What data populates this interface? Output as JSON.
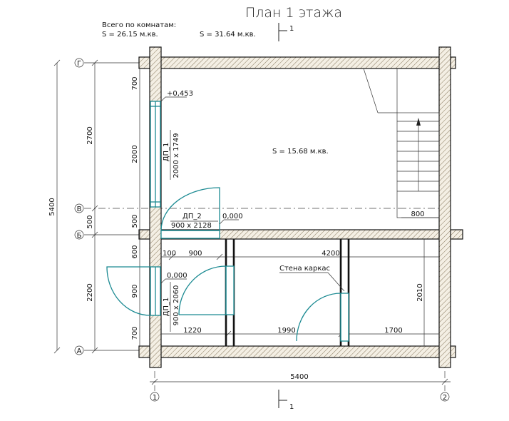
{
  "title": "План 1 этажа",
  "totals": {
    "heading": "Всего по комнатам:",
    "s1": "S    =   26.15 м.кв.",
    "s2": "S    =   31.64 м.кв."
  },
  "section_marks": {
    "top": "1",
    "bottom": "1"
  },
  "axes": {
    "a": "А",
    "b": "Б",
    "v": "В",
    "g": "Г",
    "one": "1",
    "two": "2"
  },
  "room_area": "S    =   15.68 м.кв.",
  "level_marks": {
    "upper": "+0,453",
    "stair_landing": "0,000",
    "lower": "0,000"
  },
  "doors": {
    "dp1_upper": {
      "name": "ДП_1",
      "size": "2000 х 1749"
    },
    "dp2": {
      "name": "ДП_2",
      "size": "900 х 2128"
    },
    "dp1_lower": {
      "name": "ДП_1",
      "size": "900 х 2060"
    }
  },
  "frame_wall_label": "Стена каркас",
  "dimensions": {
    "left_700_top": "700",
    "left_2000": "2000",
    "left_500_mid": "500",
    "left_600": "600",
    "left_900": "900",
    "left_700_bot": "700",
    "outer_2700": "2700",
    "outer_500": "500",
    "outer_2200": "2200",
    "overall_5400_v": "5400",
    "overall_5400_h": "5400",
    "d100": "100",
    "d900": "900",
    "d4200": "4200",
    "d1220": "1220",
    "d1990": "1990",
    "d1700": "1700",
    "d2010": "2010",
    "d800": "800"
  }
}
